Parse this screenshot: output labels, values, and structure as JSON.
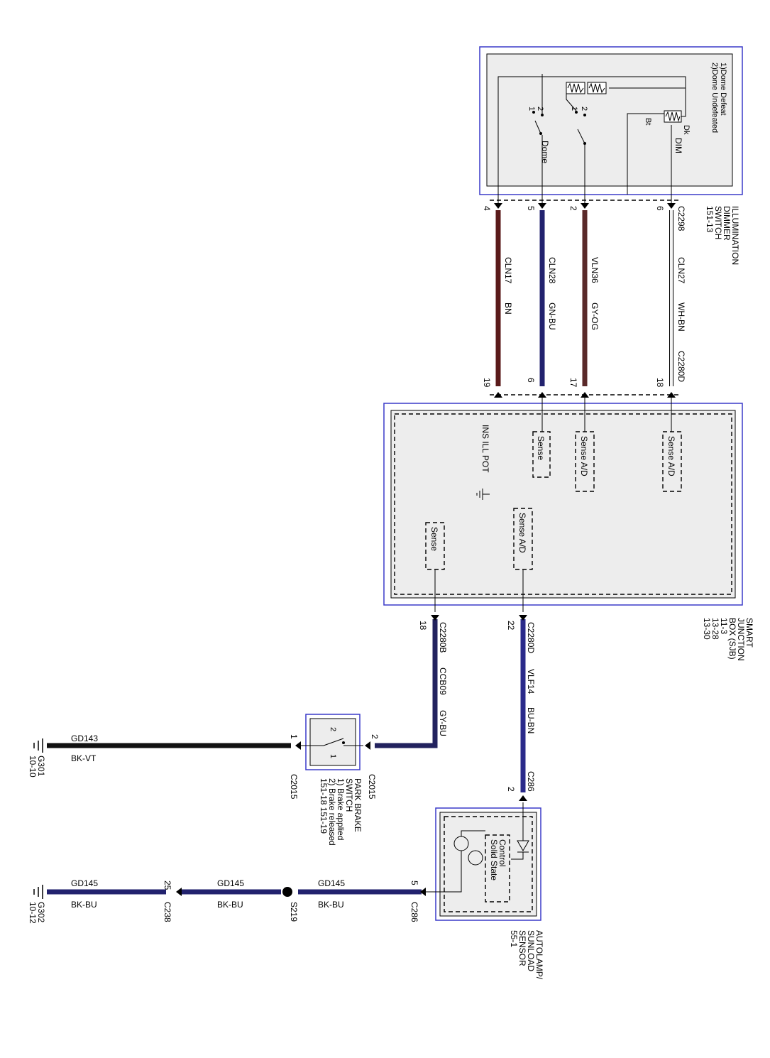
{
  "dimmer": {
    "name_lines": [
      "ILLUMINATION",
      "DIMMER",
      "SWITCH",
      "151-13"
    ],
    "connector": "C2298",
    "legend": [
      "1)Dome Defeat",
      "2)Dome Undefeated"
    ],
    "switch_label": "Dome",
    "dim_label": "DIM",
    "dk": "Dk",
    "bt": "Bt",
    "pos_a": [
      "1",
      "2"
    ],
    "pos_b": [
      "1",
      "2"
    ]
  },
  "sjb": {
    "name_lines": [
      "SMART",
      "JUNCTION",
      "BOX (SJB)",
      "11-3",
      "13-28",
      "13-30"
    ],
    "top_connector": "C2280D",
    "pot_label": "INS ILL POT",
    "inputs_top": [
      "Sense A/D",
      "Sense A/D",
      "Sense"
    ],
    "inputs_bottom": [
      "Sense A/D",
      "Sense"
    ]
  },
  "wires_top": [
    {
      "pin_top": "6",
      "pin_bottom": "18",
      "circuit": "CLN27",
      "color_code": "WH-BN",
      "color": "#f4f4f4"
    },
    {
      "pin_top": "2",
      "pin_bottom": "17",
      "circuit": "VLN36",
      "color_code": "GY-OG",
      "color": "#5a2a2a"
    },
    {
      "pin_top": "5",
      "pin_bottom": "6",
      "circuit": "CLN28",
      "color_code": "GN-BU",
      "color": "#22226e"
    },
    {
      "pin_top": "4",
      "pin_bottom": "19",
      "circuit": "CLN17",
      "color_code": "BN",
      "color": "#5a1a1a"
    }
  ],
  "wire_vlf14": {
    "connector": "C2280D",
    "pin": "22",
    "circuit": "VLF14",
    "color_code": "BU-BN",
    "end_connector": "C286",
    "end_pin": "2",
    "color": "#2a2a8a"
  },
  "wire_ccb09": {
    "connector": "C2280B",
    "pin": "18",
    "circuit": "CCB09",
    "color_code": "GY-BU",
    "end_connector": "C2015",
    "end_pin": "2",
    "color": "#22225e"
  },
  "park_brake": {
    "name_lines": [
      "PARK BRAKE",
      "SWITCH",
      "1) Brake applied",
      "2) Brake released",
      "151-18  151-19"
    ],
    "pos": [
      "2",
      "1"
    ],
    "connector_left": "C2015",
    "pin_left": "1"
  },
  "gd143": {
    "circuit": "GD143",
    "color_code": "BK-VT",
    "ground": "G301",
    "ref": "10-10",
    "color": "#111111"
  },
  "sensor": {
    "name_lines": [
      "AUTOLAMP/",
      "SUNLOAD",
      "SENSOR",
      "55-1"
    ],
    "inner": [
      "Solid State",
      "Control"
    ],
    "connector": "C286",
    "pin": "5"
  },
  "gd145": {
    "segments": [
      {
        "circuit": "GD145",
        "color_code": "BK-BU"
      },
      {
        "circuit": "GD145",
        "color_code": "BK-BU"
      },
      {
        "circuit": "GD145",
        "color_code": "BK-BU"
      }
    ],
    "splice": "S219",
    "connector": "C238",
    "pin": "25",
    "ground": "G302",
    "ref": "10-12",
    "color": "#22226e"
  }
}
